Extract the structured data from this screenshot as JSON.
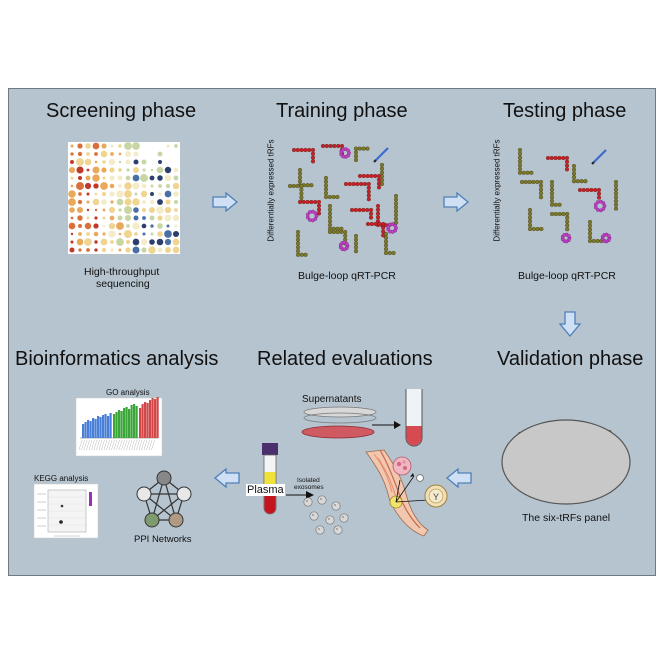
{
  "phases": {
    "screening": "Screening phase",
    "training": "Training phase",
    "testing": "Testing phase",
    "bioinformatics": "Bioinformatics analysis",
    "related": "Related evaluations",
    "validation": "Validation phase"
  },
  "captions": {
    "sequencing_1": "High-throughput",
    "sequencing_2": "sequencing",
    "ylabel_training": "Differentially expressed tRFs",
    "ylabel_testing": "Differentially expressed tRFs",
    "qrt_training": "Bulge-loop qRT-PCR",
    "qrt_testing": "Bulge-loop qRT-PCR",
    "go": "GO analysis",
    "kegg": "KEGG analysis",
    "ppi": "PPI Networks",
    "supernatants": "Supernatants",
    "plasma": "Plasma",
    "isolated_1": "Isolated",
    "isolated_2": "exosomes",
    "panel": "The six-tRFs panel"
  },
  "colors": {
    "background": "#b6c4cf",
    "arrow_fill": "#cfe0f5",
    "arrow_stroke": "#4f7fb8",
    "trf_red": "#c8202a",
    "trf_olive": "#7a7a2e",
    "loop_magenta": "#c040c8",
    "go_blue": "#4a7fd8",
    "go_green": "#3aa63a",
    "go_red": "#d04848"
  },
  "icons": [
    "right-arrow-icon",
    "down-arrow-icon",
    "left-arrow-icon",
    "test-tube-icon",
    "blood-tube-icon",
    "breast-icon",
    "petri-dish-icon",
    "network-icon"
  ]
}
